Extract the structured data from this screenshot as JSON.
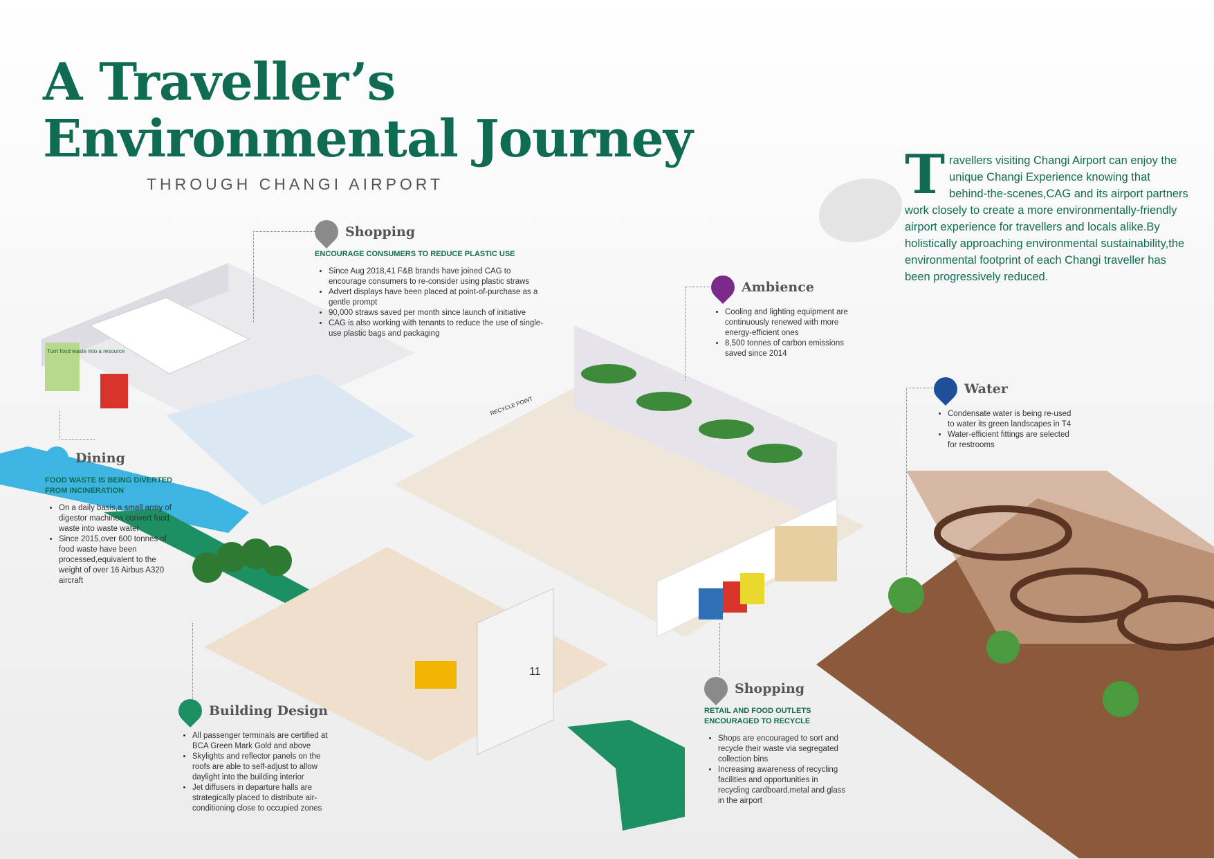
{
  "header": {
    "title_line1": "A Traveller’s",
    "title_line2": "Environmental Journey",
    "subtitle": "THROUGH CHANGI AIRPORT"
  },
  "intro": {
    "dropcap": "T",
    "text": "ravellers visiting Changi Airport can enjoy the unique Changi Experience knowing that behind-the-scenes,CAG and its airport partners work closely to create a more environmentally-friendly airport experience for travellers and locals alike.By holistically approaching environmental sustainability,the environmental footprint of each Changi traveller has been progressively reduced."
  },
  "scene_labels": {
    "food_waste_sign": "Turn food waste into a resource",
    "recycle_point": "RECYCLE POINT",
    "gate_number": "11"
  },
  "sections": {
    "shopping_top": {
      "title": "Shopping",
      "subtitle": "ENCOURAGE CONSUMERS TO REDUCE PLASTIC USE",
      "items": [
        "Since Aug 2018,41 F&B brands have joined CAG to encourage consumers to re-consider using plastic straws",
        "Advert displays have been placed at point-of-purchase as a gentle prompt",
        "90,000 straws saved per month since launch of initiative",
        "CAG is also working with tenants to reduce the use of single-use plastic bags and packaging"
      ],
      "color": "#8a8a8a"
    },
    "ambience": {
      "title": "Ambience",
      "items": [
        "Cooling and lighting equipment are continuously renewed with more energy-efficient ones",
        "8,500 tonnes of carbon emissions saved since 2014"
      ],
      "color": "#7b2a8c"
    },
    "water": {
      "title": "Water",
      "items": [
        "Condensate water is being re-used to water its green landscapes in T4",
        "Water-efficient fittings are selected for restrooms"
      ],
      "color": "#1f4f99"
    },
    "dining": {
      "title": "Dining",
      "subtitle": "FOOD WASTE IS BEING DIVERTED FROM INCINERATION",
      "items": [
        "On a daily basis,a small army of digestor machines convert food waste into waste water",
        "Since 2015,over 600 tonnes of food waste have been processed,equivalent to the weight of over 16 Airbus A320 aircraft"
      ],
      "color": "#3db5e0"
    },
    "building": {
      "title": "Building Design",
      "items": [
        "All passenger terminals are certified at BCA Green Mark Gold and above",
        "Skylights and reflector panels on the roofs are able to self-adjust to allow daylight into the building interior",
        "Jet diffusers in departure halls are strategically placed to distribute air-conditioning close to occupied zones"
      ],
      "color": "#1e8f63"
    },
    "shopping_bottom": {
      "title": "Shopping",
      "subtitle": "RETAIL AND FOOD OUTLETS ENCOURAGED TO RECYCLE",
      "items": [
        "Shops are encouraged to sort and recycle their waste via segregated collection bins",
        "Increasing awareness of recycling facilities and opportunities in recycling cardboard,metal and glass in the airport"
      ],
      "color": "#8a8a8a"
    }
  },
  "colors": {
    "brand_green": "#0f6b52",
    "path_blue": "#3db5e0",
    "path_green": "#1e8f63"
  }
}
